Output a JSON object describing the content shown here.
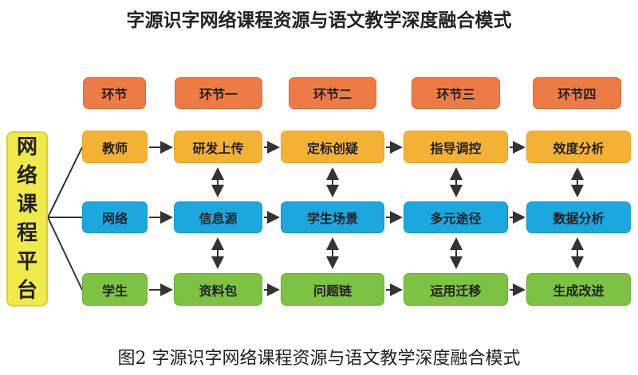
{
  "title": "字源识字网络课程资源与语文教学深度融合模式",
  "caption": "图2 字源识字网络课程资源与语文教学深度融合模式",
  "platform": [
    "网",
    "络",
    "课",
    "程",
    "平",
    "台"
  ],
  "headers": [
    "环节",
    "环节一",
    "环节二",
    "环节三",
    "环节四"
  ],
  "rows": {
    "teacher": [
      "教师",
      "研发上传",
      "定标创疑",
      "指导调控",
      "效度分析"
    ],
    "network": [
      "网络",
      "信息源",
      "学生场景",
      "多元途径",
      "数据分析"
    ],
    "student": [
      "学生",
      "资料包",
      "问题链",
      "运用迁移",
      "生成改进"
    ]
  },
  "colors": {
    "header": "#EC7B45",
    "teacher": "#F4B234",
    "network": "#1DA7DF",
    "student": "#7DC243",
    "platform": "#F0EA4A"
  }
}
